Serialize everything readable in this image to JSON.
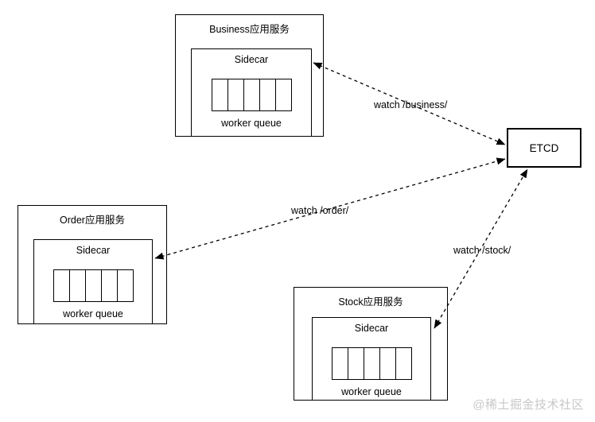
{
  "page": {
    "background": "#ffffff",
    "watermark": "@稀土掘金技术社区"
  },
  "colors": {
    "line": "#000000",
    "box_border": "#000000",
    "watermark": "#c8c8c8"
  },
  "services": {
    "business": {
      "title": "Business应用服务",
      "sidecar_label": "Sidecar",
      "queue_label": "worker queue",
      "queue_cells": 5
    },
    "order": {
      "title": "Order应用服务",
      "sidecar_label": "Sidecar",
      "queue_label": "worker queue",
      "queue_cells": 5
    },
    "stock": {
      "title": "Stock应用服务",
      "sidecar_label": "Sidecar",
      "queue_label": "worker queue",
      "queue_cells": 5
    }
  },
  "etcd": {
    "label": "ETCD"
  },
  "edges": {
    "business": {
      "label": "watch /business/",
      "style": "dashed",
      "arrows": "both"
    },
    "order": {
      "label": "watch /order/",
      "style": "dashed",
      "arrows": "both"
    },
    "stock": {
      "label": "watch /stock/",
      "style": "dashed",
      "arrows": "both"
    }
  }
}
